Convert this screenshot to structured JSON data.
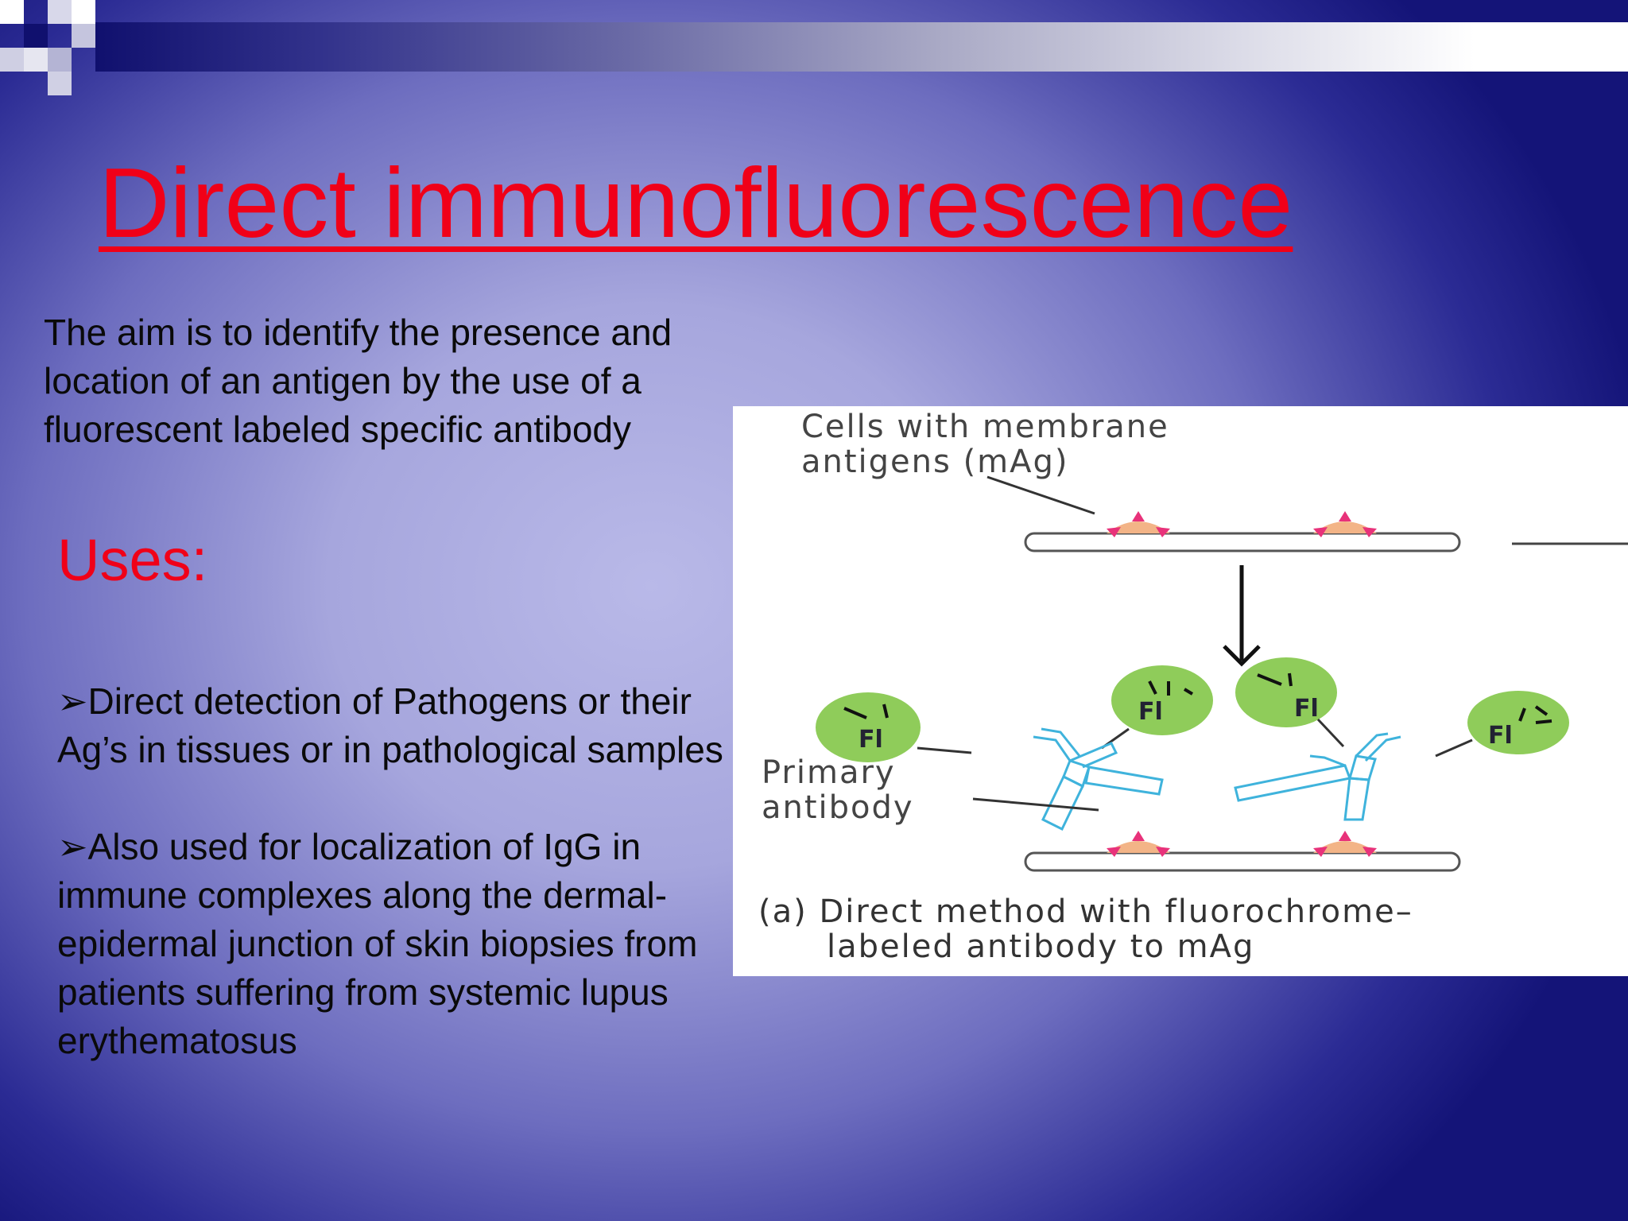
{
  "slide": {
    "title": "Direct immunofluorescence",
    "intro": "The aim is to identify the presence and location of an antigen by the use of a fluorescent labeled specific antibody",
    "uses_heading": "Uses:",
    "bullet_glyph": "➢",
    "bullets": [
      "Direct detection of Pathogens or their Ag’s in tissues or in pathological samples",
      "Also used for localization of IgG in immune complexes along the dermal-epidermal junction of skin biopsies from patients suffering from systemic lupus erythematosus"
    ]
  },
  "figure": {
    "label_cells_line1": "Cells with membrane",
    "label_cells_line2": "antigens (mAg)",
    "label_primary_line1": "Primary",
    "label_primary_line2": "antibody",
    "fluorochrome_label": "Fl",
    "caption_line1": "(a) Direct method with fluorochrome–",
    "caption_line2": "labeled antibody to mAg",
    "colors": {
      "fluorochrome": "#8fcc5a",
      "antibody": "#3fb3dc",
      "antigen": "#e8327a",
      "antigen_base": "#f3b487"
    }
  },
  "colors": {
    "title": "#f00018",
    "text": "#0a0a0a"
  }
}
